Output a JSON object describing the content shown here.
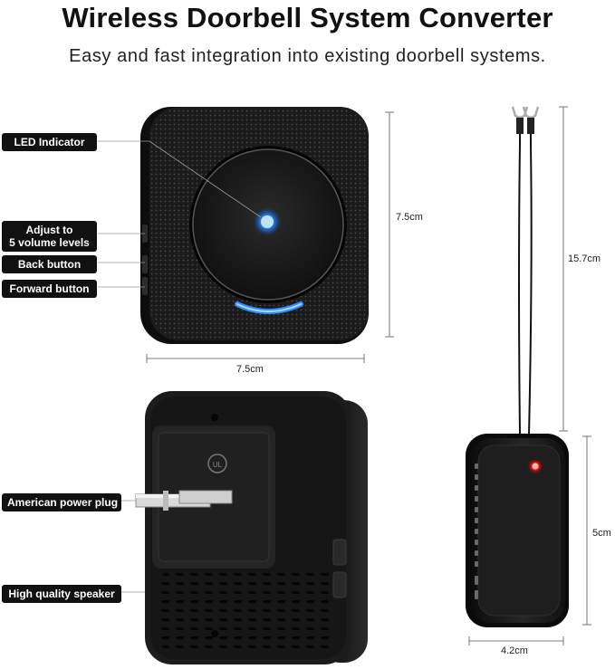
{
  "header": {
    "title": "Wireless Doorbell System Converter",
    "subtitle": "Easy and fast integration into existing doorbell systems."
  },
  "callouts": {
    "led": "LED Indicator",
    "volume_line1": "Adjust to",
    "volume_line2": "5 volume levels",
    "back": "Back button",
    "forward": "Forward button",
    "plug": "American power plug",
    "speaker": "High quality speaker"
  },
  "dimensions": {
    "receiver_height": "7.5cm",
    "receiver_width": "7.5cm",
    "converter_total_length": "15.7cm",
    "converter_height": "5cm",
    "converter_width": "4.2cm"
  },
  "colors": {
    "device_body": "#1a1a1a",
    "led_blue": "#2f8fff",
    "led_red": "#e3121c"
  },
  "icons": [
    "ul-logo-icon"
  ]
}
